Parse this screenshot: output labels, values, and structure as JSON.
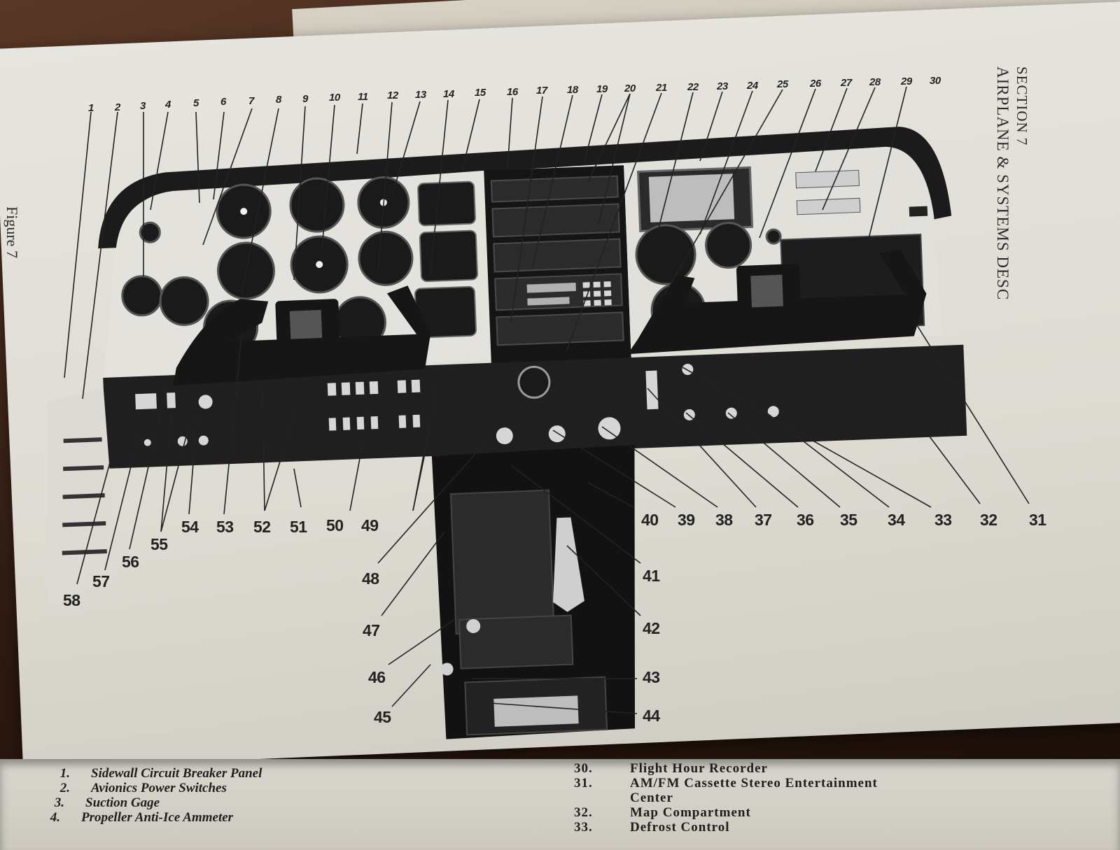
{
  "header": {
    "section": "SECTION 7",
    "subtitle": "AIRPLANE & SYSTEMS DESC"
  },
  "figure_label": "Figure 7",
  "callouts_top": [
    "1",
    "2",
    "3",
    "4",
    "5",
    "6",
    "7",
    "8",
    "9",
    "10",
    "11",
    "12",
    "13",
    "14",
    "15",
    "16",
    "17",
    "18",
    "19",
    "20",
    "21",
    "22",
    "23",
    "24",
    "25",
    "26",
    "27",
    "28",
    "29",
    "30"
  ],
  "callouts_bottom_row": [
    "58",
    "57",
    "56",
    "55",
    "54",
    "53",
    "52",
    "51",
    "50",
    "49",
    "48",
    "47",
    "46",
    "45",
    "44",
    "43",
    "42",
    "41",
    "40",
    "39",
    "38",
    "37",
    "36",
    "35",
    "34",
    "33",
    "32",
    "31"
  ],
  "legend_left": [
    {
      "num": "1.",
      "text": "Sidewall Circuit Breaker Panel"
    },
    {
      "num": "2.",
      "text": "Avionics Power Switches"
    },
    {
      "num": "3.",
      "text": "Suction Gage"
    },
    {
      "num": "4.",
      "text": "Propeller Anti-Ice Ammeter"
    }
  ],
  "legend_right": [
    {
      "num": "30.",
      "text": "Flight Hour Recorder"
    },
    {
      "num": "31.",
      "text": "AM/FM Cassette Stereo Entertainment"
    },
    {
      "num": "",
      "text": "Center"
    },
    {
      "num": "32.",
      "text": "Map Compartment"
    },
    {
      "num": "33.",
      "text": "Defrost Control"
    }
  ],
  "colors": {
    "page": "#e3e0d9",
    "ink": "#222222",
    "panel_dark": "#1c1c1c",
    "panel_light": "#e6e4de",
    "table": "#3a2418"
  }
}
